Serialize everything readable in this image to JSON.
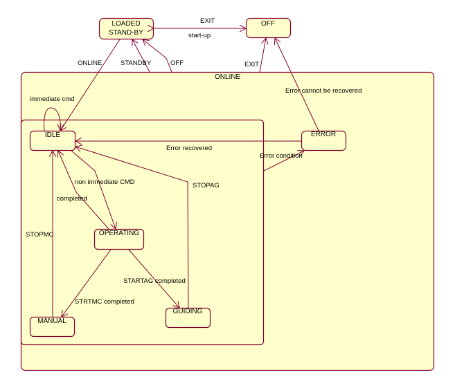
{
  "diagram": {
    "type": "state-machine",
    "colors": {
      "state_fill": "#ffffcc",
      "stroke": "#800030",
      "text": "#000000"
    },
    "composite_states": {
      "online": {
        "label": "ONLINE"
      },
      "inner": {
        "label": ""
      }
    },
    "states": {
      "loaded": {
        "line1": "LOADED",
        "line2": "STAND-BY"
      },
      "off": {
        "label": "OFF"
      },
      "idle": {
        "label": "IDLE"
      },
      "error": {
        "label": "ERROR"
      },
      "operating": {
        "label": "OPERATING"
      },
      "manual": {
        "label": "MANUAL"
      },
      "guiding": {
        "label": "GUIDING"
      }
    },
    "transitions": {
      "exit_top": "EXIT",
      "startup": "start-up",
      "online": "ONLINE",
      "standby": "STANDBY",
      "off": "OFF",
      "exit_online": "EXIT",
      "error_unrecoverable": "Error cannot be recovered",
      "immediate_cmd": "immediate cmd",
      "error_recovered": "Error recovered",
      "error_condition": "Error condition",
      "non_immediate": "non immediate CMD",
      "completed": "completed",
      "stopag": "STOPAG",
      "stopmc": "STOPMC",
      "startag_completed": "STARTAG completed",
      "strtmc_completed": "STRTMC completed"
    }
  }
}
